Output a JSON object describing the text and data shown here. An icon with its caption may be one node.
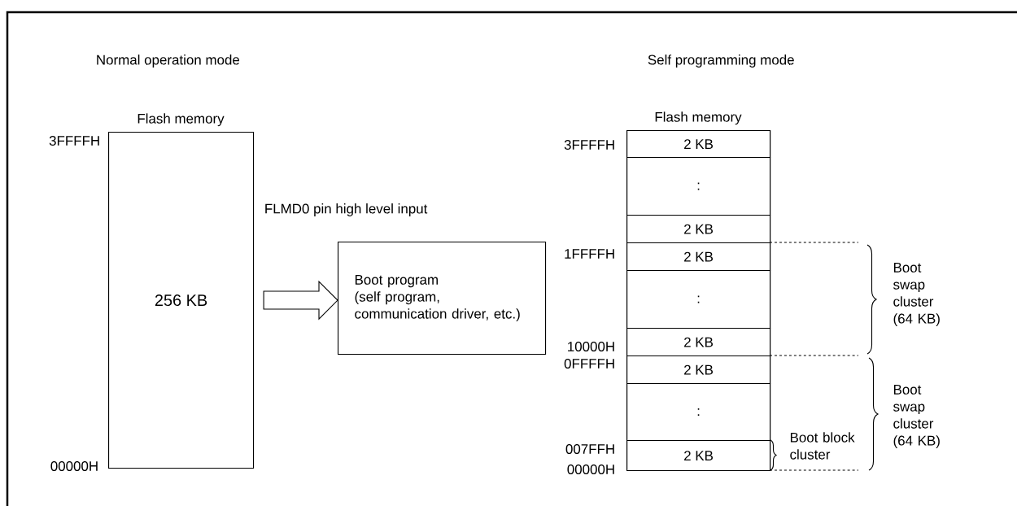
{
  "diagram": {
    "nodes": [
      {
        "text": [
          "Flash memory",
          "256 KB"
        ]
      },
      {
        "text": [
          "Boot program",
          "(self program, communication driver, etc.)"
        ]
      },
      {
        "text": [
          "Flash memory"
        ]
      },
      {
        "text": [
          "2 KB"
        ],
        "in": 2
      },
      {
        "text": [
          ":"
        ],
        "in": 2
      },
      {
        "text": [
          "2 KB"
        ],
        "in": 2
      },
      {
        "text": [
          "2 KB"
        ],
        "in": 2
      },
      {
        "text": [
          ":"
        ],
        "in": 2
      },
      {
        "text": [
          "2 KB"
        ],
        "in": 2
      },
      {
        "text": [
          "2 KB"
        ],
        "in": 2
      },
      {
        "text": [
          ":"
        ],
        "in": 2
      },
      {
        "text": [
          "2 KB"
        ],
        "in": 2
      }
    ],
    "edges": [
      {
        "from": 0,
        "to": 1,
        "arrow": "to"
      }
    ],
    "labels": [
      "Normal operation mode",
      "Self programming mode",
      "FLMD0 pin high level input",
      "3FFFFH",
      "00000H",
      "3FFFFH",
      "1FFFFH",
      "10000H",
      "0FFFFH",
      "007FFH",
      "00000H",
      "Boot swap cluster (64 KB)",
      "Boot swap cluster (64 KB)",
      "Boot block cluster"
    ]
  }
}
